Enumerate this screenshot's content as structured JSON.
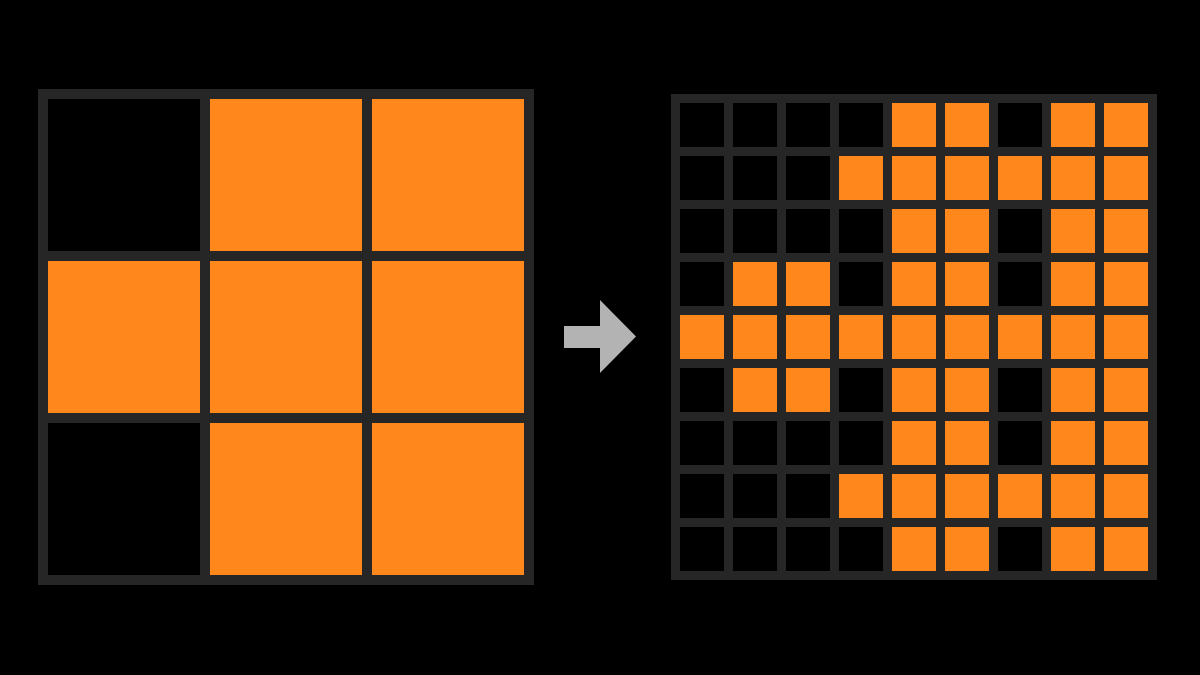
{
  "colors": {
    "filled": "#FF871C",
    "empty": "#000000",
    "grid_line": "#262626",
    "arrow": "#B3B3B3",
    "background": "#000000"
  },
  "input_grid": [
    [
      0,
      1,
      1
    ],
    [
      1,
      1,
      1
    ],
    [
      0,
      1,
      1
    ]
  ],
  "output_grid": [
    [
      0,
      0,
      0,
      0,
      1,
      1,
      0,
      1,
      1
    ],
    [
      0,
      0,
      0,
      1,
      1,
      1,
      1,
      1,
      1
    ],
    [
      0,
      0,
      0,
      0,
      1,
      1,
      0,
      1,
      1
    ],
    [
      0,
      1,
      1,
      0,
      1,
      1,
      0,
      1,
      1
    ],
    [
      1,
      1,
      1,
      1,
      1,
      1,
      1,
      1,
      1
    ],
    [
      0,
      1,
      1,
      0,
      1,
      1,
      0,
      1,
      1
    ],
    [
      0,
      0,
      0,
      0,
      1,
      1,
      0,
      1,
      1
    ],
    [
      0,
      0,
      0,
      1,
      1,
      1,
      1,
      1,
      1
    ],
    [
      0,
      0,
      0,
      0,
      1,
      1,
      0,
      1,
      1
    ]
  ],
  "arrow_icon": "right-arrow-icon"
}
